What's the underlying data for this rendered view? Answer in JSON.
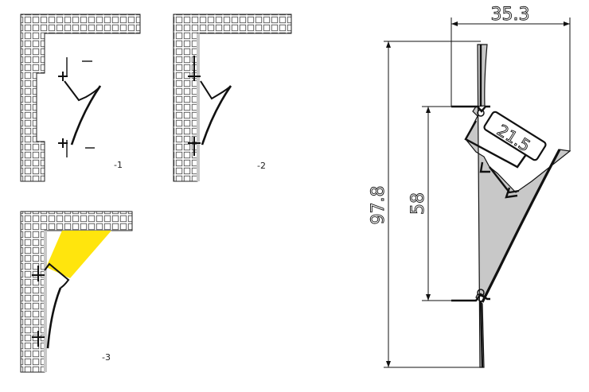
{
  "steps": {
    "step1": "-1",
    "step2": "-2",
    "step3": "-3"
  },
  "dimensions": {
    "width": "35.3",
    "total_height": "97.8",
    "inner_height": "58",
    "channel_width": "21.5"
  },
  "colors": {
    "line": "#111111",
    "wall_fill": "#ffffff",
    "light_beam": "#ffe400",
    "profile_shade": "#c8c8c8"
  }
}
